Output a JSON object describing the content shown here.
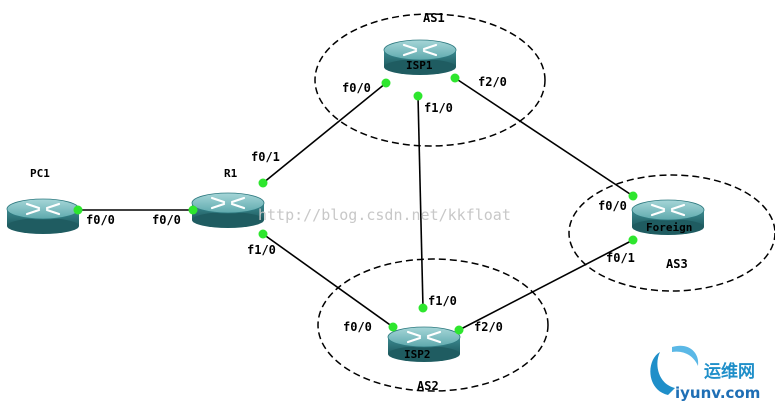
{
  "autonomous_systems": [
    {
      "label": "AS1"
    },
    {
      "label": "AS2"
    },
    {
      "label": "AS3"
    }
  ],
  "routers": [
    {
      "id": "pc1",
      "name": "PC1",
      "name_inside": false
    },
    {
      "id": "r1",
      "name": "R1",
      "name_inside": false
    },
    {
      "id": "isp1",
      "name": "ISP1",
      "name_inside": true
    },
    {
      "id": "isp2",
      "name": "ISP2",
      "name_inside": true
    },
    {
      "id": "foreign",
      "name": "Foreign",
      "name_inside": true
    }
  ],
  "links": [
    {
      "from": "pc1",
      "from_if": "f0/0",
      "to": "r1",
      "to_if": "f0/0"
    },
    {
      "from": "r1",
      "from_if": "f0/1",
      "to": "isp1",
      "to_if": "f0/0"
    },
    {
      "from": "r1",
      "from_if": "f1/0",
      "to": "isp2",
      "to_if": "f0/0"
    },
    {
      "from": "isp1",
      "from_if": "f1/0",
      "to": "isp2",
      "to_if": "f1/0"
    },
    {
      "from": "isp1",
      "from_if": "f2/0",
      "to": "foreign",
      "to_if": "f0/0"
    },
    {
      "from": "isp2",
      "from_if": "f2/0",
      "to": "foreign",
      "to_if": "f0/1"
    }
  ],
  "watermark": "http://blog.csdn.net/kkfloat",
  "logo": {
    "cn_text": "运维网",
    "en_text": "iyunv.com"
  },
  "colors": {
    "router_top": "#6fb5b8",
    "router_side": "#2f7a80",
    "port_dot": "#2ee62e",
    "link": "#000000",
    "logo_blue": "#1f8fc9"
  }
}
